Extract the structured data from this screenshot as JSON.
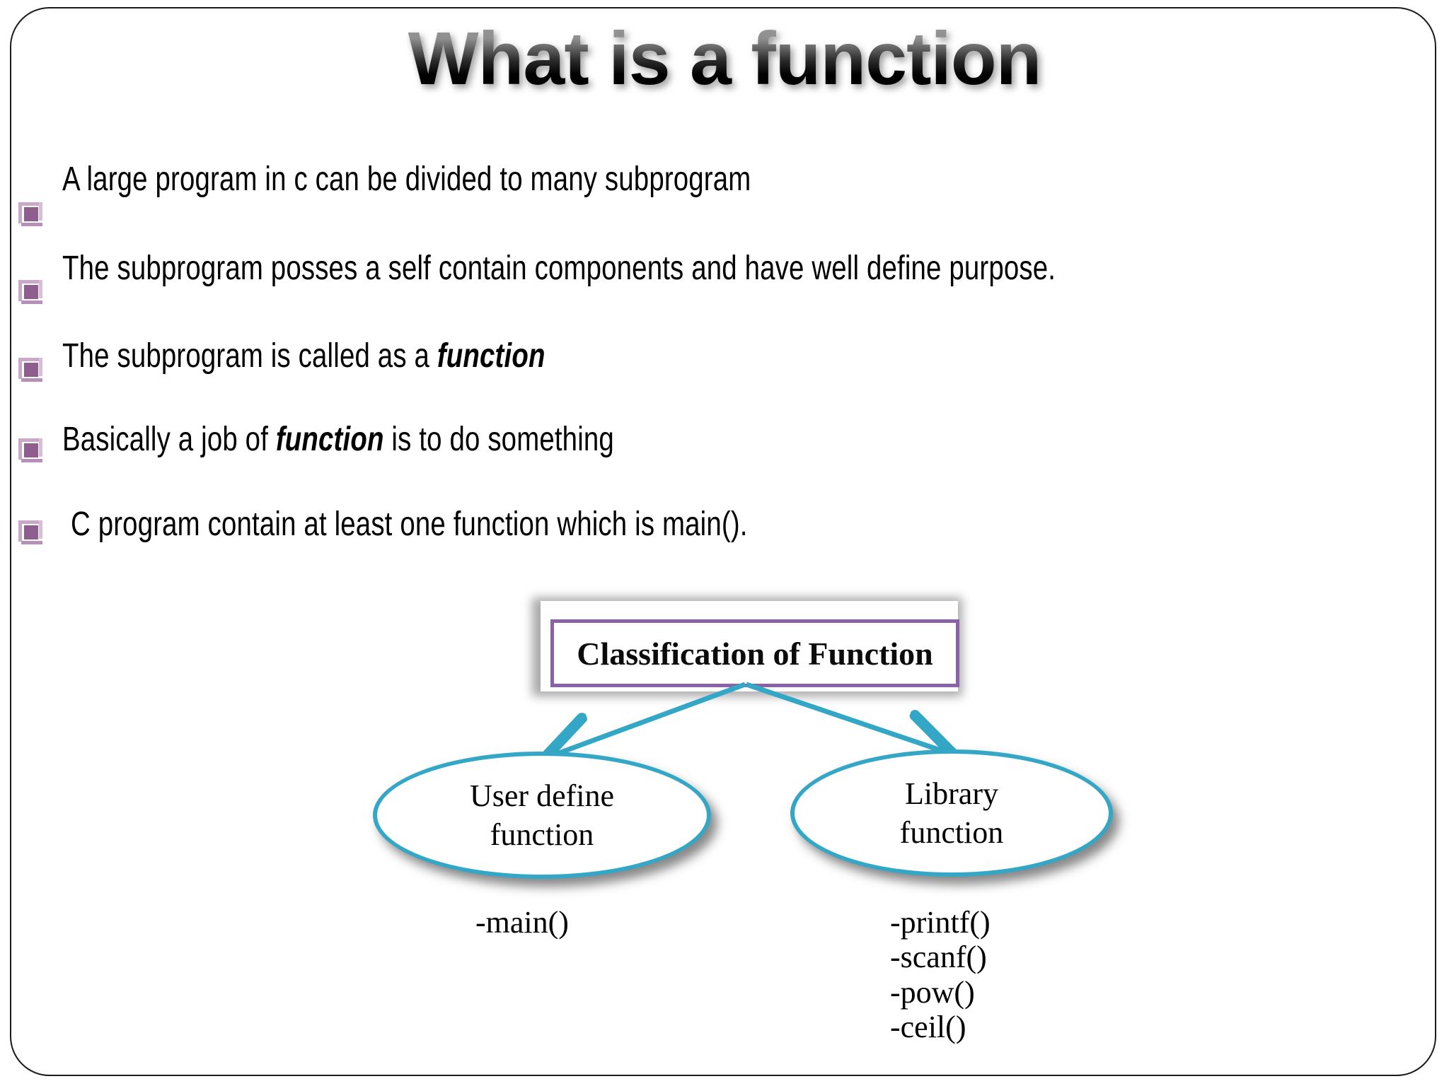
{
  "slide": {
    "title": "What is a function",
    "border_color": "#1b1b1b",
    "background": "#ffffff"
  },
  "bullets": {
    "icon_name": "purple-square-picture-bullet-icon",
    "icon_color": "#8e5e8e",
    "items": [
      {
        "id": "bullet-1",
        "text_before": "A large program in c can be divided to many subprogram",
        "emphasis": "",
        "text_after": ""
      },
      {
        "id": "bullet-2",
        "text_before": "The subprogram posses a self contain components and have well define purpose.",
        "emphasis": "",
        "text_after": ""
      },
      {
        "id": "bullet-3",
        "text_before": "The subprogram is called as a ",
        "emphasis": "function",
        "text_after": ""
      },
      {
        "id": "bullet-4",
        "text_before": "Basically a job of ",
        "emphasis": "function",
        "text_after": " is to do something"
      },
      {
        "id": "bullet-5",
        "text_before": "C program contain at least one function which  is main().",
        "emphasis": "",
        "text_after": ""
      }
    ]
  },
  "diagram": {
    "root_box": {
      "label": "Classification of Function",
      "border_color": "#8b62a8",
      "fill": "#ffffff"
    },
    "connector_color": "#34a6c6",
    "nodes": [
      {
        "id": "node-user-define-function",
        "line1": "User define",
        "line2": "function",
        "outline_color": "#34a6c6",
        "examples": [
          "-main()"
        ]
      },
      {
        "id": "node-library-function",
        "line1": "Library",
        "line2": "function",
        "outline_color": "#34a6c6",
        "examples": [
          "-printf()",
          "-scanf()",
          "-pow()",
          "-ceil()"
        ]
      }
    ]
  }
}
